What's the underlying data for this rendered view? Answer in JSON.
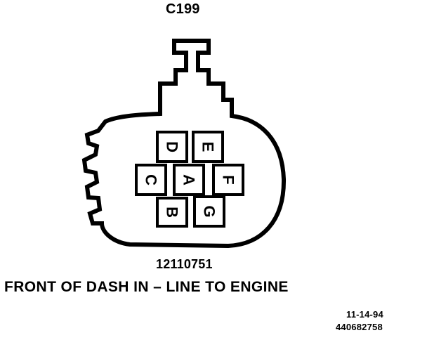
{
  "diagram": {
    "connector_id": "C199",
    "part_number": "12110751",
    "caption": "FRONT OF DASH IN – LINE TO ENGINE",
    "date": "11-14-94",
    "reference_code": "440682758",
    "line_color": "#000000",
    "background_color": "#ffffff",
    "cavities": [
      {
        "id": "D",
        "label": "D"
      },
      {
        "id": "E",
        "label": "E"
      },
      {
        "id": "C",
        "label": "C"
      },
      {
        "id": "A",
        "label": "A"
      },
      {
        "id": "F",
        "label": "F"
      },
      {
        "id": "B",
        "label": "B"
      },
      {
        "id": "G",
        "label": "G"
      }
    ]
  }
}
